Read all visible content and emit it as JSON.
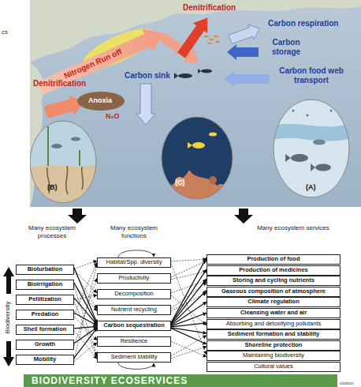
{
  "diagram": {
    "nodes": [
      {
        "text": [
          "Bioturbation"
        ]
      },
      {
        "text": [
          "Bioirrigation"
        ]
      },
      {
        "text": [
          "Pellitization"
        ]
      },
      {
        "text": [
          "Predation"
        ]
      },
      {
        "text": [
          "Shell formation"
        ]
      },
      {
        "text": [
          "Growth"
        ]
      },
      {
        "text": [
          "Mobility"
        ]
      },
      {
        "text": [
          "Habitat/Spp. diversity"
        ]
      },
      {
        "text": [
          "Productivity"
        ]
      },
      {
        "text": [
          "Decomposition"
        ]
      },
      {
        "text": [
          "Nutrient recycling"
        ]
      },
      {
        "text": [
          "Carbon sequestration"
        ]
      },
      {
        "text": [
          "Resilience"
        ]
      },
      {
        "text": [
          "Sediment stability"
        ]
      },
      {
        "text": [
          "Production of food"
        ]
      },
      {
        "text": [
          "Production of medicines"
        ]
      },
      {
        "text": [
          "Storing and cycling nutrients"
        ]
      },
      {
        "text": [
          "Gaseous composition of atmosphere"
        ]
      },
      {
        "text": [
          "Climate regulation"
        ]
      },
      {
        "text": [
          "Cleansing water and air"
        ]
      },
      {
        "text": [
          "Absorbing and detoxifying pollutants"
        ]
      },
      {
        "text": [
          "Sediment formation and stability"
        ]
      },
      {
        "text": [
          "Shoreline protection"
        ]
      },
      {
        "text": [
          "Maintaining biodiversity"
        ]
      },
      {
        "text": [
          "Cultural values"
        ]
      }
    ],
    "edges": [
      {
        "from": 0,
        "to": 11,
        "arrow": "to"
      },
      {
        "from": 1,
        "to": 11,
        "arrow": "to"
      },
      {
        "from": 2,
        "to": 11,
        "arrow": "to"
      },
      {
        "from": 3,
        "to": 11,
        "arrow": "to"
      },
      {
        "from": 4,
        "to": 11,
        "arrow": "to"
      },
      {
        "from": 5,
        "to": 11,
        "arrow": "to"
      },
      {
        "from": 6,
        "to": 11,
        "arrow": "to"
      },
      {
        "from": 0,
        "to": 7,
        "arrow": "to"
      },
      {
        "from": 0,
        "to": 9,
        "arrow": "to"
      },
      {
        "from": 0,
        "to": 10,
        "arrow": "to"
      },
      {
        "from": 1,
        "to": 10,
        "arrow": "to"
      },
      {
        "from": 1,
        "to": 13,
        "arrow": "to"
      },
      {
        "from": 2,
        "to": 9,
        "arrow": "to"
      },
      {
        "from": 2,
        "to": 13,
        "arrow": "to"
      },
      {
        "from": 3,
        "to": 7,
        "arrow": "to"
      },
      {
        "from": 3,
        "to": 12,
        "arrow": "to"
      },
      {
        "from": 4,
        "to": 13,
        "arrow": "to"
      },
      {
        "from": 5,
        "to": 8,
        "arrow": "to"
      },
      {
        "from": 6,
        "to": 7,
        "arrow": "to"
      },
      {
        "from": 6,
        "to": 12,
        "arrow": "to"
      },
      {
        "from": 11,
        "to": 14,
        "arrow": "to"
      },
      {
        "from": 11,
        "to": 15,
        "arrow": "to"
      },
      {
        "from": 11,
        "to": 16,
        "arrow": "to"
      },
      {
        "from": 11,
        "to": 17,
        "arrow": "to"
      },
      {
        "from": 11,
        "to": 18,
        "arrow": "to"
      },
      {
        "from": 11,
        "to": 19,
        "arrow": "to"
      },
      {
        "from": 11,
        "to": 20,
        "arrow": "to"
      },
      {
        "from": 11,
        "to": 21,
        "arrow": "to"
      },
      {
        "from": 11,
        "to": 22,
        "arrow": "to"
      },
      {
        "from": 7,
        "to": 14,
        "arrow": "to"
      },
      {
        "from": 7,
        "to": 23,
        "arrow": "to"
      },
      {
        "from": 8,
        "to": 14,
        "arrow": "to"
      },
      {
        "from": 8,
        "to": 15,
        "arrow": "to"
      },
      {
        "from": 9,
        "to": 16,
        "arrow": "to"
      },
      {
        "from": 10,
        "to": 16,
        "arrow": "to"
      },
      {
        "from": 12,
        "to": 23,
        "arrow": "to"
      },
      {
        "from": 13,
        "to": 21,
        "arrow": "to"
      },
      {
        "from": 13,
        "to": 22,
        "arrow": "to"
      },
      {
        "from": 9,
        "to": 20,
        "arrow": "to"
      },
      {
        "from": 10,
        "to": 17,
        "arrow": "to"
      }
    ],
    "labels": [
      "cs",
      "Nitrogen Run off",
      "Denitrification",
      "Carbon respiration",
      "Carbon storage",
      "Carbon food web transport",
      "Denitrification",
      "Anoxia",
      "N₂O",
      "Carbon sink",
      "(B)",
      "(C)",
      "(A)",
      "Many ecosystem processes",
      "Many ecosystem functions",
      "Many ecosystem services",
      "Biodiversity",
      "BIODIVERSITY ECOSERVICES",
      "olution"
    ]
  }
}
